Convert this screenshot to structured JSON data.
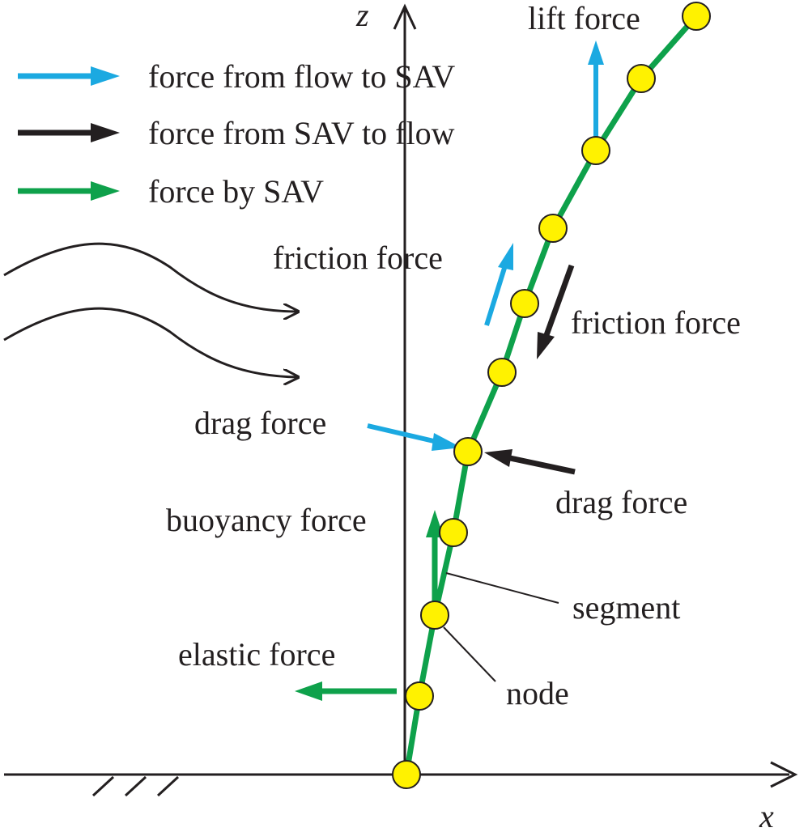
{
  "colors": {
    "flow_to_sav": "#1ba9e1",
    "sav_to_flow": "#231f20",
    "by_sav": "#0ea14b",
    "node_fill": "#fff200",
    "node_stroke": "#231f20",
    "ink": "#231f20"
  },
  "axes": {
    "z_label": "z",
    "x_label": "x"
  },
  "legend": {
    "items": [
      {
        "label": "force from flow to SAV",
        "color_key": "flow_to_sav"
      },
      {
        "label": "force from SAV to flow",
        "color_key": "sav_to_flow"
      },
      {
        "label": "force by SAV",
        "color_key": "by_sav"
      }
    ]
  },
  "labels": {
    "lift_force": "lift force",
    "friction_force_left": "friction force",
    "friction_force_right": "friction force",
    "drag_force_left": "drag force",
    "drag_force_right": "drag force",
    "buoyancy_force": "buoyancy force",
    "segment": "segment",
    "elastic_force": "elastic force",
    "node": "node"
  }
}
